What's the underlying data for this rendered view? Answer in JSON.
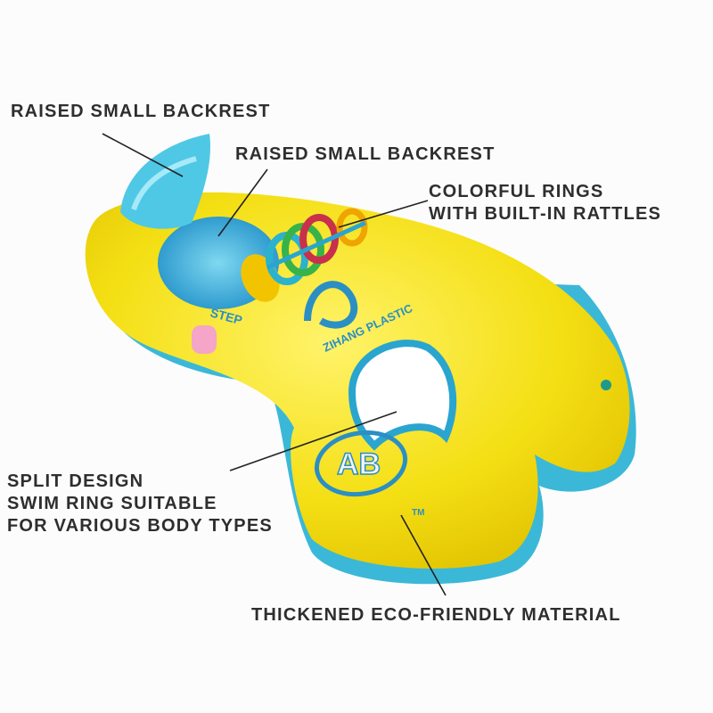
{
  "annotations": {
    "backrest_1": "RAISED SMALL BACKREST",
    "backrest_2": "RAISED SMALL BACKREST",
    "rings": [
      "COLORFUL RINGS",
      "WITH BUILT-IN RATTLES"
    ],
    "split": [
      "SPLIT DESIGN",
      "SWIM RING SUITABLE",
      "FOR VARIOUS BODY TYPES"
    ],
    "material": "THICKENED ECO-FRIENDLY MATERIAL"
  },
  "product_marks": {
    "step": "STEP",
    "brand": "ZIHANG PLASTIC",
    "ab": "AB",
    "tm": "TM"
  },
  "colors": {
    "float_yellow": "#f5e21a",
    "float_blue": "#3bb8d8",
    "text": "#2e2e2e"
  }
}
